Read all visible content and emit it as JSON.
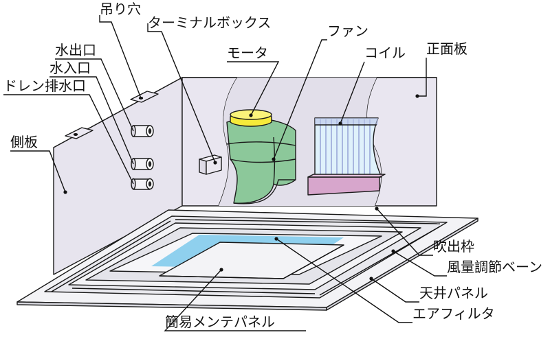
{
  "labels": {
    "hanging_hole": "吊り穴",
    "terminal_box": "ターミナルボックス",
    "fan": "ファン",
    "motor": "モータ",
    "coil": "コイル",
    "front_plate": "正面板",
    "water_outlet": "水出口",
    "water_inlet": "水入口",
    "drain_outlet": "ドレン排水口",
    "side_plate": "側板",
    "outlet_frame": "吹出枠",
    "air_vane": "風量調節ベーン",
    "ceiling_panel": "天井パネル",
    "air_filter": "エアフィルタ",
    "maintenance_panel": "簡易メンテパネル"
  },
  "colors": {
    "casing": "#e7e4ee",
    "casing_top": "#efedf4",
    "fan": "#8cc89a",
    "motor": "#f6ea3a",
    "coil": "#dff1fb",
    "coil_lines": "#9aa8d8",
    "drain_pan": "#d7a6cc",
    "filter": "#8fd0ee",
    "panel": "#f3f3f6"
  }
}
